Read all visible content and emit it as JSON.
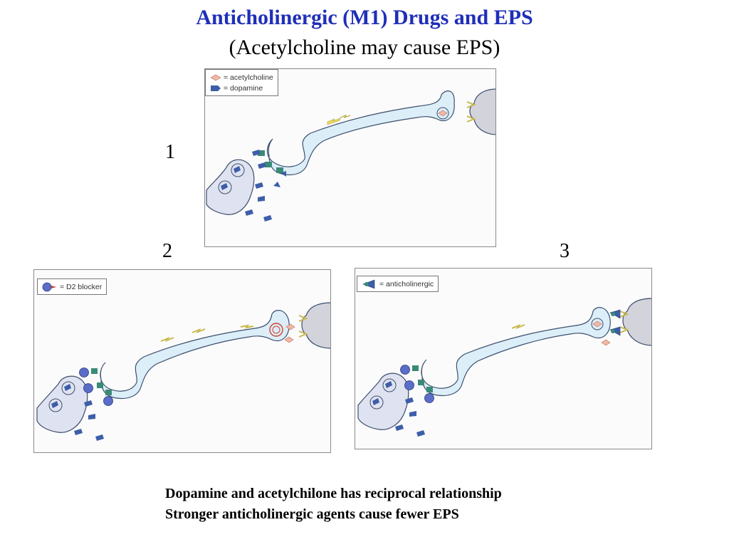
{
  "title": "Anticholinergic (M1) Drugs and EPS",
  "subtitle": "(Acetylcholine may cause EPS)",
  "panels": [
    {
      "number": "1",
      "legend": [
        "= acetylcholine",
        "= dopamine"
      ]
    },
    {
      "number": "2",
      "legend": [
        "= D2 blocker"
      ]
    },
    {
      "number": "3",
      "legend": [
        "= anticholinergic"
      ]
    }
  ],
  "footer": {
    "line1": "Dopamine and acetylchilone has reciprocal relationship",
    "line2": "Stronger anticholinergic agents cause fewer EPS"
  },
  "colors": {
    "title": "#1f2fb8",
    "neuron_fill": "#dceef8",
    "neuron_stroke": "#3d4f6e",
    "soma_fill": "#dfe2f0",
    "target_fill": "#d3d3dc",
    "dopamine": "#3d5ea8",
    "acetylcholine": "#f0b8a8",
    "receptor": "#3a8a78",
    "d2_blocker": "#5a6ec8",
    "impulse": "#ecdc5a"
  },
  "icons": [
    "dopamine-icon",
    "acetylcholine-icon",
    "d2-blocker-icon",
    "anticholinergic-icon",
    "impulse-icon"
  ]
}
